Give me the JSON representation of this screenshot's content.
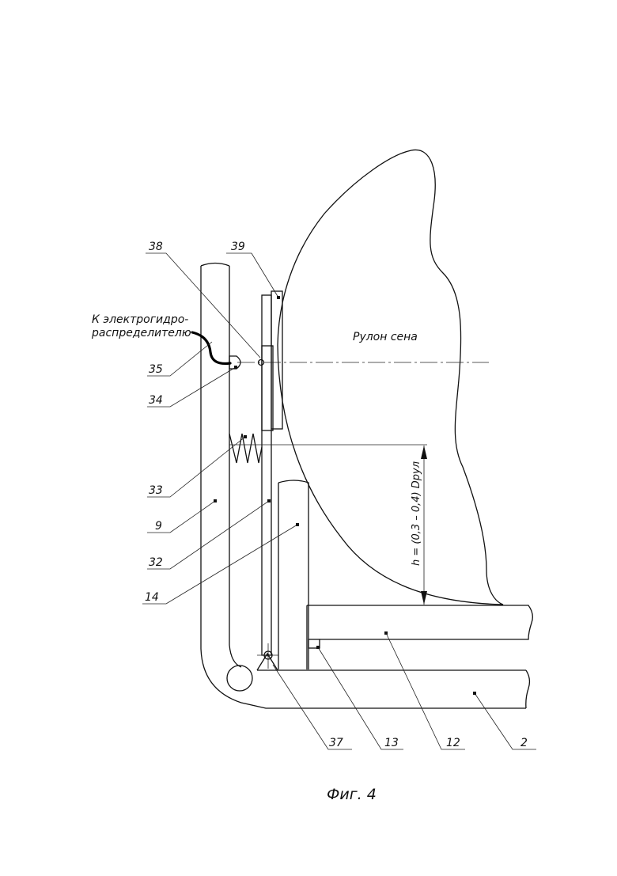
{
  "figure_caption": "Фиг. 4",
  "annotations": {
    "connection_line1": "К электрогидро-",
    "connection_line2": "распределителю",
    "bale_label": "Рулон сена",
    "dimension_label": "h = (0,3 – 0,4) Dрул"
  },
  "callouts": [
    "38",
    "39",
    "35",
    "34",
    "33",
    "9",
    "32",
    "14",
    "37",
    "13",
    "12",
    "2"
  ]
}
